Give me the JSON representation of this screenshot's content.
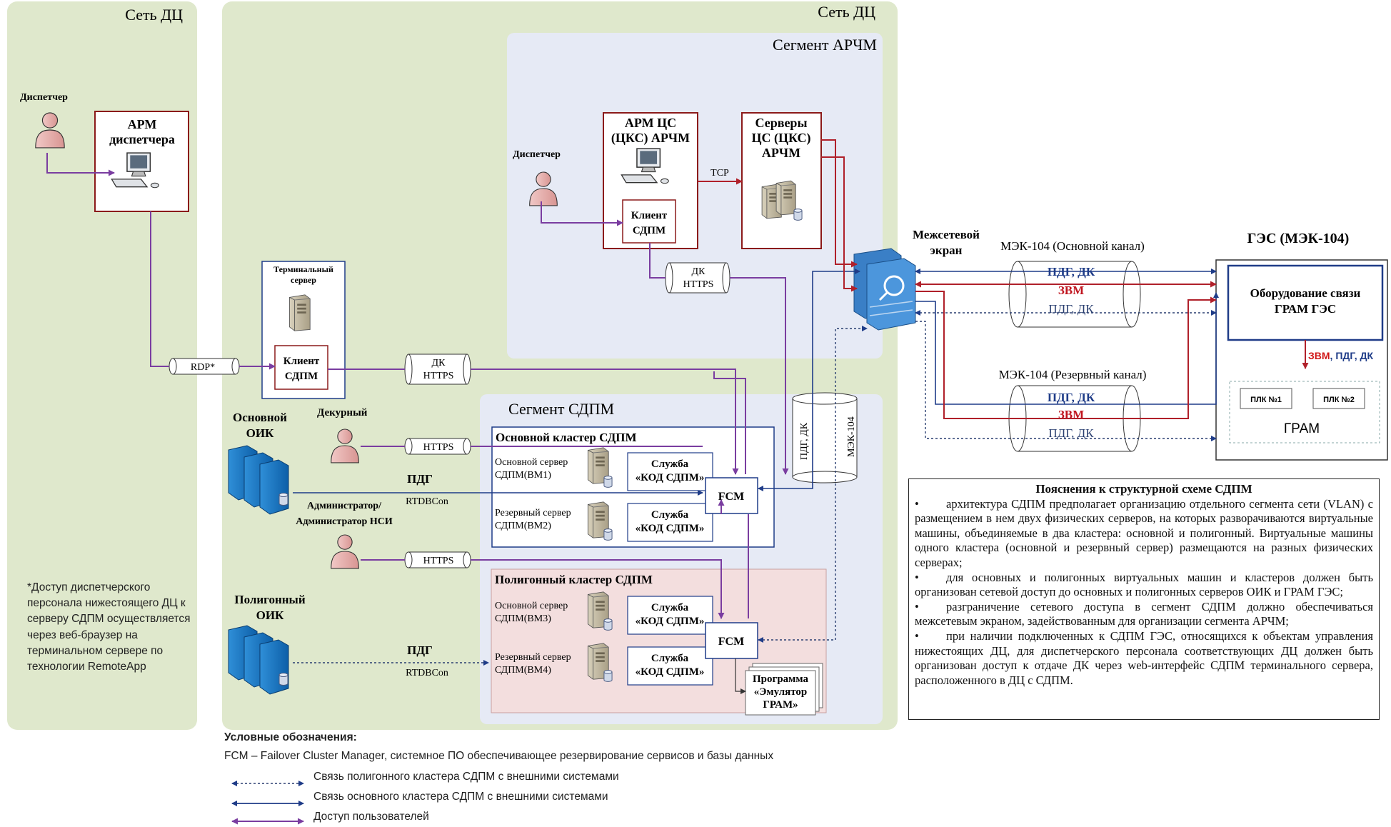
{
  "zones": {
    "left_title": "Сеть ДЦ",
    "main_title": "Сеть ДЦ",
    "archm_title": "Сегмент АРЧМ",
    "sdpm_title": "Сегмент СДПМ"
  },
  "left": {
    "dispatcher": "Диспетчер",
    "arm_title_1": "АРМ",
    "arm_title_2": "диспетчера",
    "rdp": "RDP*"
  },
  "terminal": {
    "title_1": "Терминальный",
    "title_2": "сервер",
    "client_1": "Клиент",
    "client_2": "СДПМ",
    "pipe_1": "ДК",
    "pipe_2": "HTTPS"
  },
  "archm": {
    "dispatcher": "Диспетчер",
    "arm_1": "АРМ ЦС",
    "arm_2": "(ЦКС) АРЧМ",
    "client_1": "Клиент",
    "client_2": "СДПМ",
    "tcp": "TCP",
    "servers_1": "Серверы",
    "servers_2": "ЦС (ЦКС)",
    "servers_3": "АРЧМ",
    "pipe_1": "ДК",
    "pipe_2": "HTTPS"
  },
  "sdpm": {
    "main_oik_1": "Основной",
    "main_oik_2": "ОИК",
    "duty": "Декурный",
    "https_1": "HTTPS",
    "pdg_main": "ПДГ",
    "rtdb_main": "RTDBCon",
    "admin_1": "Администратор/",
    "admin_2": "Администратор НСИ",
    "https_2": "HTTPS",
    "poly_oik_1": "Полигонный",
    "poly_oik_2": "ОИК",
    "pdg_poly": "ПДГ",
    "rtdb_poly": "RTDBCon",
    "main_cluster_title": "Основной кластер СДПМ",
    "main_srv1_1": "Основной сервер",
    "main_srv1_2": "СДПМ(ВМ1)",
    "main_srv2_1": "Резервный сервер",
    "main_srv2_2": "СДПМ(ВМ2)",
    "service_1": "Служба",
    "service_2": "«КОД СДПМ»",
    "fcm": "FCM",
    "poly_cluster_title": "Полигонный кластер СДПМ",
    "poly_srv1_1": "Основной сервер",
    "poly_srv1_2": "СДПМ(ВМ3)",
    "poly_srv2_1": "Резервный сервер",
    "poly_srv2_2": "СДПМ(ВМ4)",
    "emul_1": "Программа",
    "emul_2": "«Эмулятор",
    "emul_3": "ГРАМ»",
    "vpipe_1": "ПДГ, ДК",
    "vpipe_2": "МЭК-104"
  },
  "firewall": {
    "label_1": "Межсетевой",
    "label_2": "экран"
  },
  "channels": {
    "main_title": "МЭК-104 (Основной канал)",
    "main_pdg": "ПДГ, ДК",
    "main_zvm": "ЗВМ",
    "main_poly": "ПДГ, ДК",
    "res_title": "МЭК-104 (Резервный канал)",
    "res_pdg": "ПДГ, ДК",
    "res_zvm": "ЗВМ",
    "res_poly": "ПДГ, ДК"
  },
  "ges": {
    "title": "ГЭС (МЭК-104)",
    "equip_1": "Оборудование связи",
    "equip_2": "ГРАМ ГЭС",
    "zvm": "ЗВМ",
    "pdg_dk": ", ПДГ, ДК",
    "plk1": "ПЛК №1",
    "plk2": "ПЛК №2",
    "gram": "ГРАМ"
  },
  "notes": {
    "title": "Пояснения к структурной схеме СДПМ",
    "items": [
      "архитектура СДПМ предполагает организацию отдельного сегмента сети (VLAN) с размещением в нем двух физических серверов, на которых разворачиваются виртуальные машины, объединяемые в два кластера: основной и полигонный. Виртуальные машины одного кластера (основной и резервный сервер) размещаются на разных физических серверах;",
      "для основных и полигонных виртуальных машин и кластеров должен быть организован сетевой доступ до основных и полигонных серверов ОИК и ГРАМ ГЭС;",
      "разграничение сетевого доступа в сегмент СДПМ должно обеспечиваться межсетевым экраном, задействованным для организации сегмента АРЧМ;",
      "при наличии подключенных к СДПМ ГЭС, относящихся к объектам управления нижестоящих ДЦ, для диспетчерского персонала соответствующих ДЦ должен быть организован доступ к отдаче ДК через web-интерфейс СДПМ терминального сервера, расположенного в ДЦ с СДПМ."
    ]
  },
  "footnote": "*Доступ диспетчерского персонала нижестоящего ДЦ к серверу СДПМ осуществляется через веб-браузер на терминальном сервере по технологии RemoteApp",
  "legend": {
    "title": "Условные обозначения:",
    "fcm": "FCM – Failover Cluster Manager, системное ПО обеспечивающее резервирование  сервисов и базы данных",
    "rows": [
      "Связь полигонного кластера СДПМ с внешними системами",
      "Связь основного кластера СДПМ с внешними системами",
      "Доступ пользователей"
    ]
  },
  "colors": {
    "zone_green": "#dfe8cc",
    "segment_blue": "#e6eaf5",
    "poly_pink": "#f3dede",
    "main_link": "#1f3c88",
    "poly_link": "#2a3f70",
    "user_access": "#7a3da0",
    "red_link": "#b0202a",
    "box_border": "#8b1a1a"
  }
}
